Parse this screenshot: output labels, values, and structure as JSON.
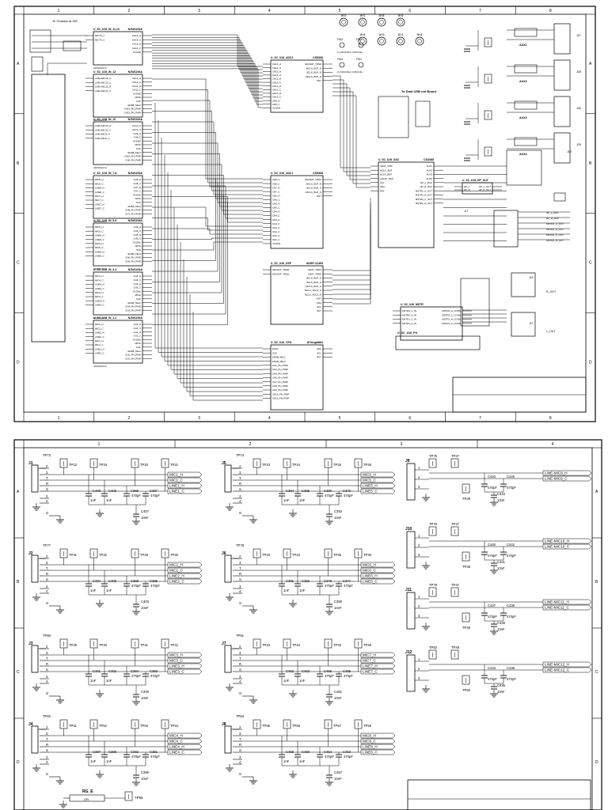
{
  "sheet1": {
    "zones_cols": [
      "1",
      "2",
      "3",
      "4",
      "5",
      "6",
      "7",
      "8"
    ],
    "zones_rows": [
      "A",
      "B",
      "C",
      "D"
    ],
    "notes": [
      "To Chassis at J35",
      "To Dual USB not Board"
    ],
    "fiducials": [
      "FID4",
      "FID2",
      "FID3",
      "FID1",
      "Z_FIDUCIALZ_FIDUCIAL",
      "Z_FIDUCIALZ_FIDUCIAL"
    ],
    "mounting_holes": [
      "MH2",
      "MH7",
      "MH8",
      "MH5",
      "MH6",
      "MH3",
      "MH1",
      "MH4"
    ],
    "blocks": [
      {
        "ref": "U_SC_U16_IN_11-13",
        "part": "NJW1194A",
        "pins_left": [
          "MICT3_1",
          "MICT3_C"
        ],
        "pins_right": [
          "CH14_H",
          "CH14_C",
          "CH13_H",
          "CH13_C",
          "VCOM2"
        ],
        "foot": "ADI0102x13"
      },
      {
        "ref": "U_SC_U16_IN_12",
        "part": "NJW1194A",
        "pins_left": [
          "LINE+MIC12_H",
          "LINE+MIC12_C",
          "LINE+MIC11_H",
          "LINE+MIC11_C"
        ],
        "pins_right": [
          "CH12_H",
          "CH12_C",
          "CH11_H",
          "CH11_C",
          "VCOM2",
          "MOSI",
          "SCK",
          "ENAB_SEL2",
          "CH14_PH_PWR",
          "CH13_PH_PWR"
        ],
        "foot": "ADI0102x13"
      },
      {
        "ref": "U_SC_U16_IN_10",
        "part": "NJW1194A",
        "pins_left": [
          "LINE+MIC10_H",
          "LINE+MIC10_C",
          "LINE+MIC9_H",
          "LINE+MIC9_C"
        ],
        "pins_right": [
          "CH10_H",
          "CH10_C",
          "CH9_H",
          "CH9_C",
          "VCOM2",
          "MOSI",
          "SCK",
          "ENAB_SEL1",
          "CH10_PH_PWR",
          "CH9_PH_PWR"
        ],
        "foot": "ADI0102x13"
      },
      {
        "ref": "U_SC_U16_IN_7-8",
        "part": "NJW1194A",
        "pins_left": [
          "MIC8_H",
          "MIC8_C",
          "LINE8_H",
          "LINE8_C",
          "MIC7_H",
          "MIC7_C",
          "LINE7_H",
          "LINE7_C"
        ],
        "pins_right": [
          "CH8_H",
          "CH8_C",
          "CH7_H",
          "CH7_C",
          "VCOM1",
          "MOSI",
          "SCK",
          "ENAB_SEL4",
          "CH8_PH_PWR",
          "CH7_PH_PWR"
        ],
        "foot": "ADI0102x13"
      },
      {
        "ref": "U_SC_U16_IN_5-6",
        "part": "NJW1194A",
        "pins_left": [
          "MIC6_H",
          "MIC6_C",
          "LINE6_H",
          "LINE6_C",
          "MIC5_H",
          "MIC5_C",
          "LINE5_H",
          "LINE5_C"
        ],
        "pins_right": [
          "CH6_H",
          "CH6_C",
          "CH5_H",
          "CH5_C",
          "VCOM1",
          "MOSI",
          "SCK",
          "ENAB_SEL3",
          "CH6_PH_PWR",
          "CH5_PH_PWR"
        ],
        "foot": "ADI0102x13"
      },
      {
        "ref": "U_SC_U16_IN_3-4",
        "part": "NJW1194A",
        "pins_left": [
          "MIC4_H",
          "MIC4_C",
          "LINE4_H",
          "LINE4_C",
          "MIC3_H",
          "MIC3_C",
          "LINE3_H",
          "LINE3_C"
        ],
        "pins_right": [
          "CH4_H",
          "CH4_C",
          "CH3_H",
          "CH3_C",
          "VCOM1",
          "MOSI",
          "SCK",
          "ENAB_SEL2",
          "CH4_PH_PWR",
          "CH3_PH_PWR"
        ],
        "foot": "ADI0102x13"
      },
      {
        "ref": "U_SC_U16_IN_1-2",
        "part": "NJW1194A",
        "pins_left": [
          "MIC2_H",
          "MIC2_C",
          "LINE2_H",
          "LINE2_C",
          "MIC1_H",
          "MIC1_C",
          "LINE1_H",
          "LINE1_C"
        ],
        "pins_right": [
          "CH2_H",
          "CH2_C",
          "CH1_H",
          "CH1_C",
          "VCOM1",
          "MOSI",
          "SCK",
          "ENAB_SEL1",
          "CH2_PH_PWR",
          "CH1_PH_PWR"
        ],
        "foot": "ADI0102x13"
      },
      {
        "ref": "U_SC_U16_ADC2",
        "part": "CS5368",
        "pins_left": [
          "CH14_H",
          "CH14_C",
          "CH13_H",
          "CH13_C",
          "CH12_H",
          "CH12_C",
          "CH11_H",
          "CH11_C",
          "CH10_H",
          "CH10_C",
          "CH9_H",
          "CH9_C",
          "VCOM2"
        ],
        "pins_right": [
          "ADCDAT_TDM2",
          "MCLK_BUF_N",
          "BCLK_BUF_N",
          "LRCLK_BUF_N",
          "RST"
        ]
      },
      {
        "ref": "U_SC_U16_ADC1",
        "part": "CS5368",
        "pins_left": [
          "CH8_H",
          "CH8_C",
          "CH7_H",
          "CH7_C",
          "CH6_H",
          "CH6_C",
          "CH5_H",
          "CH5_C",
          "CH4_H",
          "CH4_C",
          "CH3_H",
          "CH3_C",
          "CH2_H",
          "CH2_C",
          "CH1_H",
          "CH1_C",
          "VCOM1"
        ],
        "pins_right": [
          "ADCDAT_TDM1",
          "MCLK_BUF_N",
          "BCLK_BUF_N",
          "LRCLK_BUF_N",
          "RST"
        ]
      },
      {
        "ref": "U_SC_U16_DSP",
        "part": "ADSP-21469",
        "pins_left": [
          "ADCDAT_TDM2",
          "ADCDAT_TDM1"
        ],
        "pins_right": [
          "SDAT_TDM1",
          "SDAT_TDM2",
          "MCLK_BUF_N",
          "BCLK_BUF_N",
          "LRCLK_BUF_N",
          "MCLK_ADC1_N",
          "MCLK_ADC2_N",
          "RST",
          "SDA",
          "SCL",
          "RST"
        ]
      },
      {
        "ref": "U_SC_U16_CPU",
        "part": "ATmega88A",
        "pins_left": [
          "MOSI",
          "SCK",
          "ENAB_SEL1",
          "ENAB_SEL2",
          "CH1_PH_PWR",
          "CH2_PH_PWR",
          "CH5_PH_PWR",
          "CH6_PH_PWR",
          "CH7_PH_PWR",
          "CH8_PH_PWR",
          "CH9_PH_PWR",
          "CH12_PH_PWR",
          "CH11_PH_PWR"
        ],
        "pins_right": [
          "SDA",
          "SCL",
          "RST"
        ]
      },
      {
        "ref": "U_SC_U16_DAC",
        "part": "CS4385",
        "pins_left": [
          "SDAT_TDM",
          "MCLK_BUF",
          "BCLK_BUF",
          "LRCLK_BUF",
          "SCL",
          "SDA",
          "RST"
        ],
        "pins_right": [
          "AUX1",
          "AUX2",
          "AUX3",
          "AUX4",
          "HP_L_DAC",
          "HP_R_DAC",
          "MSTR1_C_OUT",
          "MSTR1_H_OUT",
          "MSTR2_C_OUT",
          "MSTR2_H_OUT"
        ]
      },
      {
        "ref": "U_SC_U16_HP_OUT",
        "part": "",
        "pins_left": [
          "HP_L",
          "HP_R"
        ],
        "pins_right": [
          "HP_L_OUT",
          "HP_R_OUT"
        ]
      },
      {
        "ref": "U_SC_U16_MSTR",
        "part": "",
        "pins_left": [
          "MSTR2_C_IN",
          "MSTR2_H_IN",
          "MSTR1_C_IN",
          "MSTR1_H_IN"
        ],
        "pins_right": [
          "MSTR2_H_CONN",
          "MSTR2_C_CONN",
          "MSTR1_H_CONN",
          "MSTR1_C_CONN"
        ]
      },
      {
        "ref": "U_SC_U16_PS",
        "part": "",
        "pins_left": [],
        "pins_right": []
      }
    ],
    "headers": [
      "J27",
      "J28",
      "J26",
      "J25",
      "J24",
      "J19",
      "J18",
      "J16",
      "J17",
      "J32",
      "J31",
      "J30",
      "J29",
      "J33",
      "J34"
    ],
    "aux": [
      "AUX1",
      "AUX2",
      "AUX3",
      "AUX4"
    ],
    "outputs": [
      "R_OUT",
      "L_OUT",
      "HP_L_OUT",
      "HP_R_OUT",
      "MSTR2_C_IN",
      "MSTR2_H_IN",
      "MSTR1_C_IN",
      "MSTR1_H_IN"
    ],
    "header_lines": [
      "HP_L_DAC",
      "HP_R_DAC",
      "MSTR1_C_OUT",
      "MSTR1_H_OUT",
      "MSTR2_C_OUT",
      "MSTR2_H_OUT"
    ]
  },
  "sheet2": {
    "zones_cols": [
      "1",
      "2",
      "3",
      "4"
    ],
    "zones_rows": [
      "A",
      "B",
      "C",
      "D"
    ],
    "jack_groups": [
      {
        "jack": "J1",
        "tp_top": "TP73",
        "tps": [
          "TP22",
          "TP19",
          "TP20",
          "TP21"
        ],
        "nets": [
          "MIC1_H",
          "MIC1_C",
          "LINE1_H",
          "LINE1_C"
        ],
        "caps": [
          "C408",
          "C409",
          "C386",
          "C387",
          "C407"
        ],
        "vals": [
          "1nF",
          "1nF",
          "470pF",
          "470pF",
          "10nF"
        ]
      },
      {
        "jack": "J2",
        "tp_top": "TP77",
        "tps": [
          "TP31",
          "TP32",
          "TP29",
          "TP30"
        ],
        "nets": [
          "MIC2_H",
          "MIC2_C",
          "LINE2_H",
          "LINE2_C"
        ],
        "caps": [
          "C404",
          "C405",
          "C388",
          "C385",
          "C403"
        ],
        "vals": [
          "1nF",
          "1nF",
          "470pF",
          "470pF",
          "10nF"
        ]
      },
      {
        "jack": "J3",
        "tp_top": "TP80",
        "tps": [
          "TP39",
          "TP40",
          "TP41",
          "TP42"
        ],
        "nets": [
          "MIC3_H",
          "MIC3_C",
          "LINE3_H",
          "LINE3_C"
        ],
        "caps": [
          "C401",
          "C402",
          "C384",
          "C383",
          "C400"
        ],
        "vals": [
          "1nF",
          "1nF",
          "470pF",
          "470pF",
          "10nF"
        ]
      },
      {
        "jack": "J4",
        "tp_top": "TP83",
        "tps": [
          "TP51",
          "TP52",
          "TP53",
          "TP54"
        ],
        "nets": [
          "MIC4_H",
          "MIC4_C",
          "LINE4_H",
          "LINE4_C"
        ],
        "caps": [
          "C397",
          "C398",
          "C382",
          "C381",
          "C396"
        ],
        "vals": [
          "1nF",
          "1nF",
          "470pF",
          "470pF",
          "10nF"
        ]
      },
      {
        "jack": "J5",
        "tp_top": "TP74",
        "tps": [
          "TP23",
          "TP24",
          "TP25",
          "TP26"
        ],
        "nets": [
          "MIC5_H",
          "MIC5_C",
          "LINE5_H",
          "LINE5_C"
        ],
        "caps": [
          "C394",
          "C395",
          "C380",
          "C379",
          "C393"
        ],
        "vals": [
          "1nF",
          "1nF",
          "470pF",
          "470pF",
          "10nF"
        ]
      },
      {
        "jack": "J6",
        "tp_top": "TP78",
        "tps": [
          "TP33",
          "TP34",
          "TP35",
          "TP36"
        ],
        "nets": [
          "MIC6_H",
          "MIC6_C",
          "LINE6_H",
          "LINE6_C"
        ],
        "caps": [
          "C391",
          "C392",
          "C378",
          "C377",
          "C390"
        ],
        "vals": [
          "1nF",
          "1nF",
          "470pF",
          "470pF",
          "10nF"
        ]
      },
      {
        "jack": "J7",
        "tp_top": "TP81",
        "tps": [
          "TP43",
          "TP44",
          "TP45",
          "TP46"
        ],
        "nets": [
          "MIC7_H",
          "MIC7_C",
          "LINE7_H",
          "LINE7_C"
        ],
        "caps": [
          "C462",
          "C463",
          "C456",
          "C455",
          "C461"
        ],
        "vals": [
          "1nF",
          "1nF",
          "470pF",
          "470pF",
          "10nF"
        ]
      },
      {
        "jack": "J8",
        "tp_top": "TP84",
        "tps": [
          "TP55",
          "TP56",
          "TP57",
          "TP58"
        ],
        "nets": [
          "MIC8_H",
          "MIC8_C",
          "LINE8_H",
          "LINE8_C"
        ],
        "caps": [
          "C458",
          "C459",
          "C454",
          "C453",
          "C457"
        ],
        "vals": [
          "1nF",
          "1nF",
          "470pF",
          "470pF",
          "10nF"
        ]
      }
    ],
    "line_groups": [
      {
        "jack": "J9",
        "tps": [
          "TP75",
          "TP27",
          "TP28"
        ],
        "nets": [
          "LINE-MIC9_H",
          "LINE-MIC9_C"
        ],
        "caps": [
          "C443",
          "C445",
          "C444"
        ],
        "vals": [
          "470pF",
          "470pF",
          "10nF"
        ]
      },
      {
        "jack": "J10",
        "tps": [
          "TP76",
          "TP37",
          "TP38"
        ],
        "nets": [
          "LINE-MIC10_H",
          "LINE-MIC10_C"
        ],
        "caps": [
          "C440",
          "C442",
          "C441"
        ],
        "vals": [
          "470pF",
          "470pF",
          "10nF"
        ]
      },
      {
        "jack": "J11",
        "tps": [
          "TP79",
          "TP47",
          "TP48"
        ],
        "nets": [
          "LINE-MIC11_H",
          "LINE-MIC11_C"
        ],
        "caps": [
          "C437",
          "C439",
          "C438"
        ],
        "vals": [
          "470pF",
          "470pF",
          "10nF"
        ]
      },
      {
        "jack": "J12",
        "tps": [
          "TP82",
          "TP49",
          "TP50"
        ],
        "nets": [
          "LINE-MIC12_H",
          "LINE-MIC12_C"
        ],
        "caps": [
          "C434",
          "C436",
          "C435"
        ],
        "vals": [
          "470pF",
          "470pF",
          "10nF"
        ]
      }
    ],
    "pin_labels": [
      "1",
      "2",
      "3",
      "4",
      "5",
      "T",
      "R",
      "S",
      "G"
    ],
    "bottom": {
      "net": "RG_E",
      "sub": "GR",
      "tp": "TP85"
    }
  }
}
